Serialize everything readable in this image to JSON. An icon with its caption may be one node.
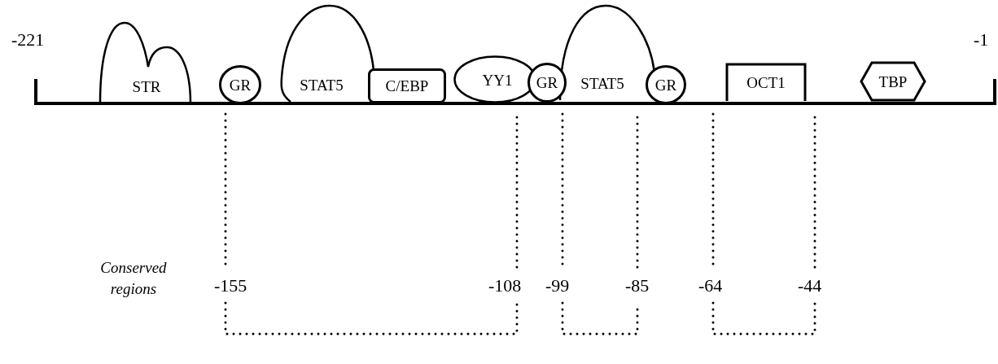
{
  "diagram": {
    "nodes": [
      {
        "text": [
          "STR"
        ]
      },
      {
        "text": [
          "GR"
        ]
      },
      {
        "text": [
          "STAT5"
        ]
      },
      {
        "text": [
          "C/EBP"
        ]
      },
      {
        "text": [
          "YY1"
        ]
      },
      {
        "text": [
          "GR"
        ]
      },
      {
        "text": [
          "STAT5"
        ]
      },
      {
        "text": [
          "GR"
        ]
      },
      {
        "text": [
          "OCT1"
        ]
      },
      {
        "text": [
          "TBP"
        ]
      }
    ],
    "edges": [],
    "labels": [
      "-221",
      "-1",
      "Conserved regions",
      "-155",
      "-108",
      "-99",
      "-85",
      "-64",
      "-44"
    ]
  }
}
